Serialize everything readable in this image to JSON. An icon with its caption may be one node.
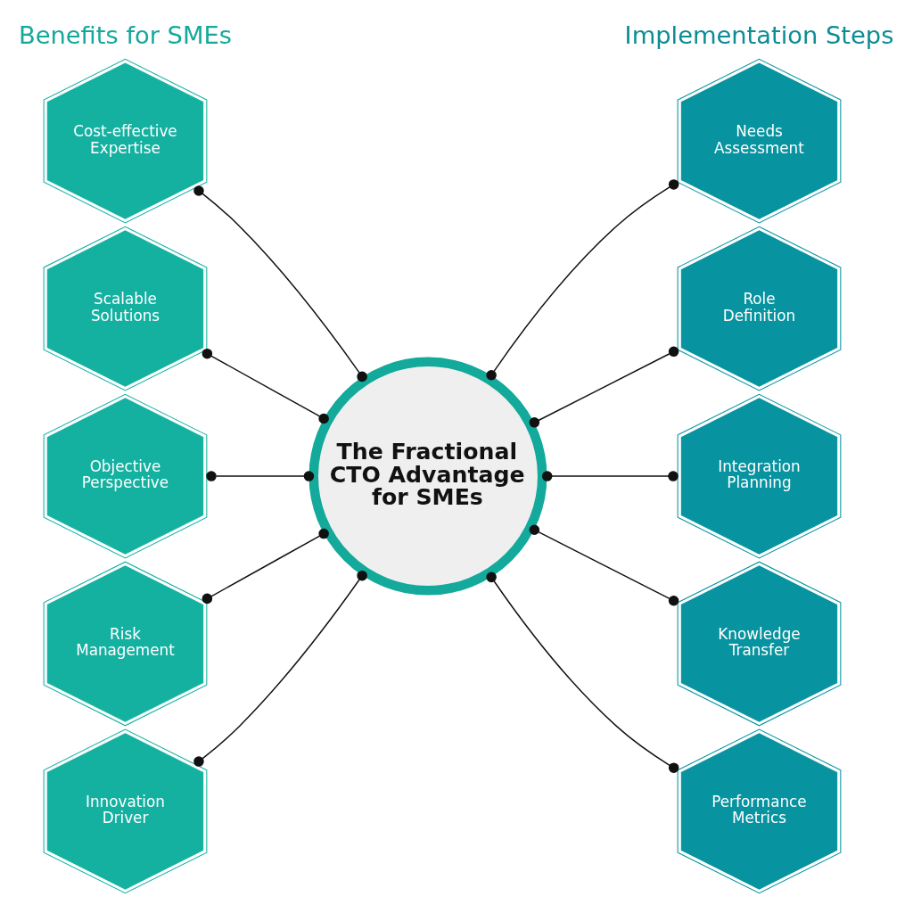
{
  "diagram": {
    "nodes": [
      {
        "text": [
          "The Fractional CTO Advantage for SMEs"
        ]
      },
      {
        "text": [
          "Cost-effective Expertise"
        ]
      },
      {
        "text": [
          "Scalable Solutions"
        ]
      },
      {
        "text": [
          "Objective Perspective"
        ]
      },
      {
        "text": [
          "Risk Management"
        ]
      },
      {
        "text": [
          "Innovation Driver"
        ]
      },
      {
        "text": [
          "Needs Assessment"
        ]
      },
      {
        "text": [
          "Role Definition"
        ]
      },
      {
        "text": [
          "Integration Planning"
        ]
      },
      {
        "text": [
          "Knowledge Transfer"
        ]
      },
      {
        "text": [
          "Performance Metrics"
        ]
      }
    ],
    "edges": [
      {
        "from": 1,
        "to": 0,
        "arrow": "other"
      },
      {
        "from": 2,
        "to": 0,
        "arrow": "other"
      },
      {
        "from": 3,
        "to": 0,
        "arrow": "other"
      },
      {
        "from": 4,
        "to": 0,
        "arrow": "other"
      },
      {
        "from": 5,
        "to": 0,
        "arrow": "other"
      },
      {
        "from": 0,
        "to": 6,
        "arrow": "other"
      },
      {
        "from": 0,
        "to": 7,
        "arrow": "other"
      },
      {
        "from": 0,
        "to": 8,
        "arrow": "other"
      },
      {
        "from": 0,
        "to": 9,
        "arrow": "other"
      },
      {
        "from": 0,
        "to": 10,
        "arrow": "other"
      }
    ],
    "labels": [
      "Benefits for SMEs",
      "Implementation Steps"
    ]
  }
}
